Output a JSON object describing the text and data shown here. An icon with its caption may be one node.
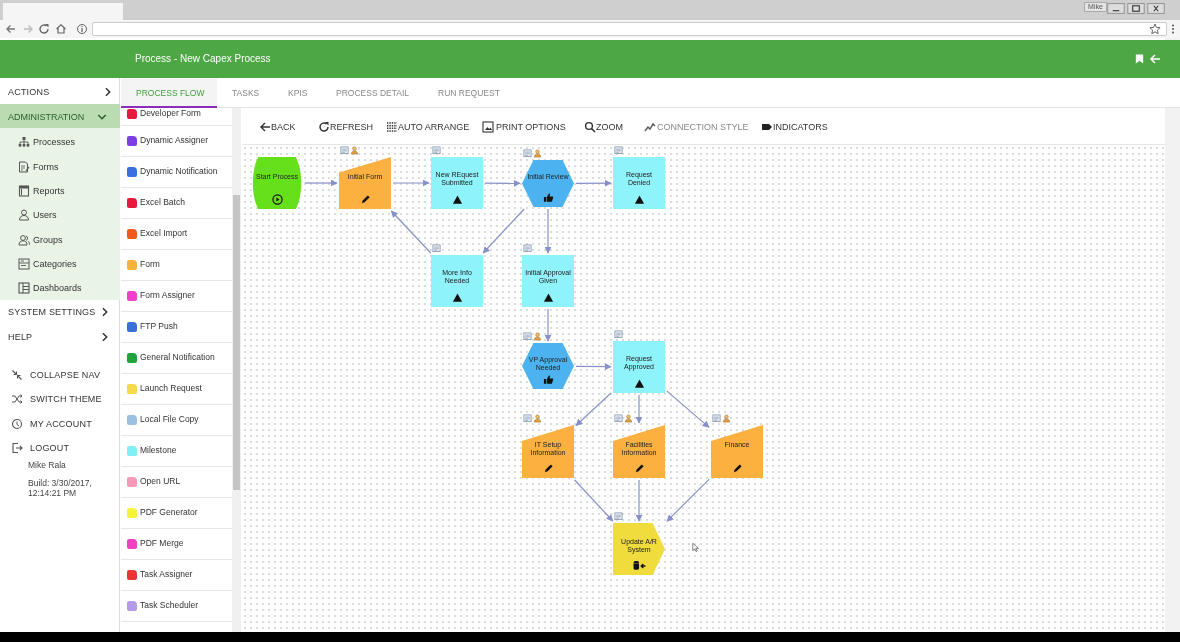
{
  "diagram": {
    "title": "Process - New Capex Process",
    "nodes": [
      {
        "text": [
          "Start Process"
        ]
      },
      {
        "text": [
          "Initial Form"
        ]
      },
      {
        "text": [
          "New REquest Submitted"
        ]
      },
      {
        "text": [
          "Initial Review"
        ]
      },
      {
        "text": [
          "Request Denied"
        ]
      },
      {
        "text": [
          "More Info Needed"
        ]
      },
      {
        "text": [
          "Initial Approval Given"
        ]
      },
      {
        "text": [
          "VP Approval Needed"
        ]
      },
      {
        "text": [
          "Request Approved"
        ]
      },
      {
        "text": [
          "IT Setup Information"
        ]
      },
      {
        "text": [
          "Facilities Information"
        ]
      },
      {
        "text": [
          "Finance"
        ]
      },
      {
        "text": [
          "Update A/R System"
        ]
      }
    ],
    "edges": [
      {
        "from": 0,
        "to": 1,
        "arrow": "to"
      },
      {
        "from": 1,
        "to": 2,
        "arrow": "to"
      },
      {
        "from": 2,
        "to": 3,
        "arrow": "to"
      },
      {
        "from": 3,
        "to": 4,
        "arrow": "to"
      },
      {
        "from": 3,
        "to": 5,
        "arrow": "to"
      },
      {
        "from": 5,
        "to": 1,
        "arrow": "to"
      },
      {
        "from": 3,
        "to": 6,
        "arrow": "to"
      },
      {
        "from": 6,
        "to": 7,
        "arrow": "to"
      },
      {
        "from": 7,
        "to": 8,
        "arrow": "to"
      },
      {
        "from": 8,
        "to": 9,
        "arrow": "to"
      },
      {
        "from": 8,
        "to": 10,
        "arrow": "to"
      },
      {
        "from": 8,
        "to": 11,
        "arrow": "to"
      },
      {
        "from": 9,
        "to": 12,
        "arrow": "to"
      },
      {
        "from": 10,
        "to": 12,
        "arrow": "to"
      },
      {
        "from": 11,
        "to": 12,
        "arrow": "to"
      }
    ],
    "labels": [
      "Mike",
      "ACTIONS",
      "ADMINISTRATION",
      "Processes",
      "Forms",
      "Reports",
      "Users",
      "Groups",
      "Categories",
      "Dashboards",
      "SYSTEM SETTINGS",
      "HELP",
      "COLLAPSE NAV",
      "SWITCH THEME",
      "MY ACCOUNT",
      "LOGOUT",
      "Mike Rala",
      "Build: 3/30/2017, 12:14:21 PM",
      "PROCESS FLOW",
      "TASKS",
      "KPIS",
      "PROCESS DETAIL",
      "RUN REQUEST",
      "Developer Form",
      "Dynamic Assigner",
      "Dynamic Notification",
      "Excel Batch",
      "Excel Import",
      "Form",
      "Form Assigner",
      "FTP Push",
      "General Notification",
      "Launch Request",
      "Local File Copy",
      "Milestone",
      "Open URL",
      "PDF Generator",
      "PDF Merge",
      "Task Assigner",
      "Task Scheduler",
      "BACK",
      "REFRESH",
      "AUTO ARRANGE",
      "PRINT OPTIONS",
      "ZOOM",
      "CONNECTION STYLE",
      "INDICATORS"
    ]
  }
}
